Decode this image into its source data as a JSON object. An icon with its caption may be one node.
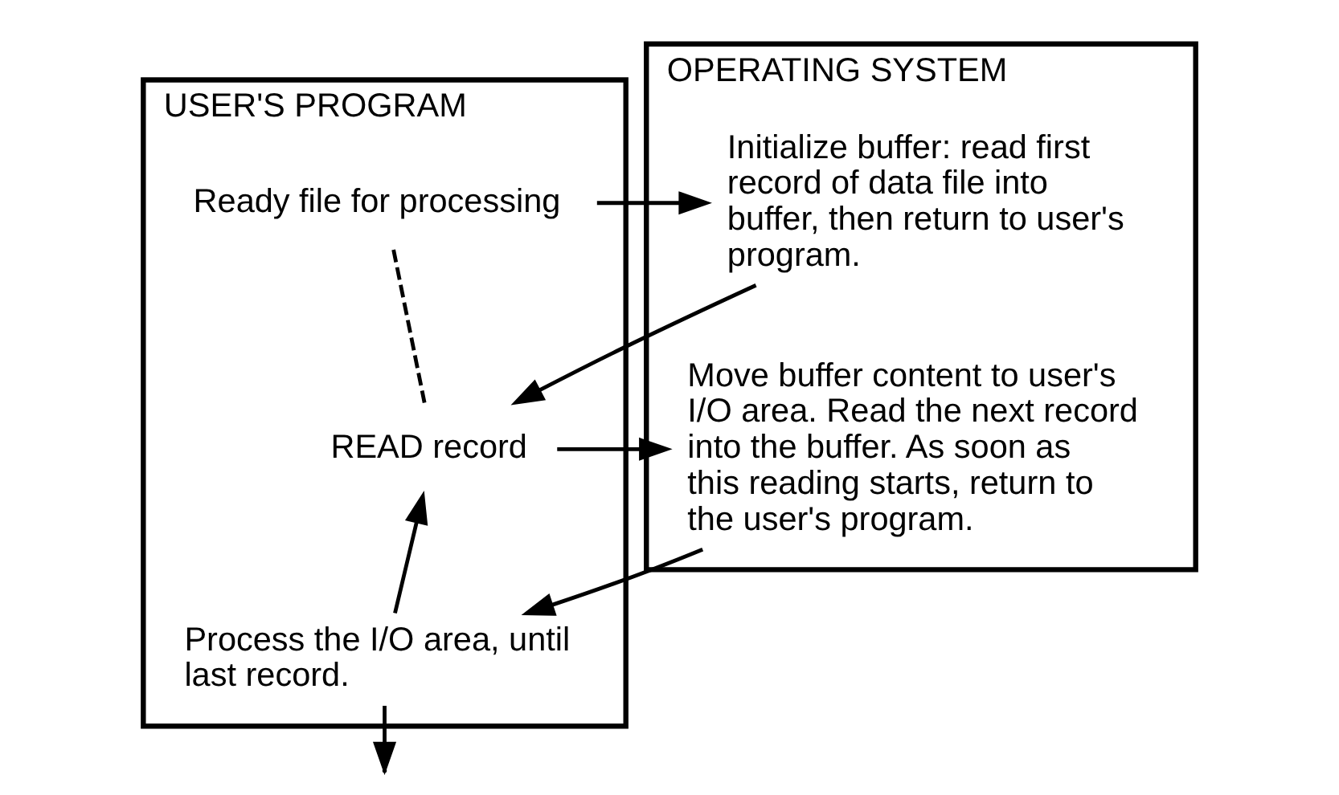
{
  "diagram": {
    "nodes": [
      {
        "text": [
          "USER'S PROGRAM"
        ]
      },
      {
        "text": [
          "OPERATING SYSTEM"
        ]
      },
      {
        "text": [
          "Ready file for processing"
        ],
        "in": 0
      },
      {
        "text": [
          "Initialize buffer: read first record of data file into buffer, then return to user's program."
        ],
        "in": 1
      },
      {
        "text": [
          "READ record"
        ],
        "in": 0
      },
      {
        "text": [
          "Move buffer content to user's I/O area. Read the next record into the buffer. As soon as this reading starts, return to the user's program."
        ],
        "in": 1
      },
      {
        "text": [
          "Process the I/O area, until last record."
        ],
        "in": 0
      }
    ],
    "edges": [
      {
        "from": 2,
        "to": 3,
        "arrow": "to"
      },
      {
        "from": 3,
        "to": 4,
        "arrow": "to"
      },
      {
        "from": 2,
        "to": 4,
        "arrow": "none",
        "style": "dashed"
      },
      {
        "from": 6,
        "to": 4,
        "arrow": "to"
      },
      {
        "from": 4,
        "to": 5,
        "arrow": "to"
      },
      {
        "from": 5,
        "to": 6,
        "arrow": "to"
      },
      {
        "from": 6,
        "to": null,
        "arrow": "to"
      }
    ]
  }
}
